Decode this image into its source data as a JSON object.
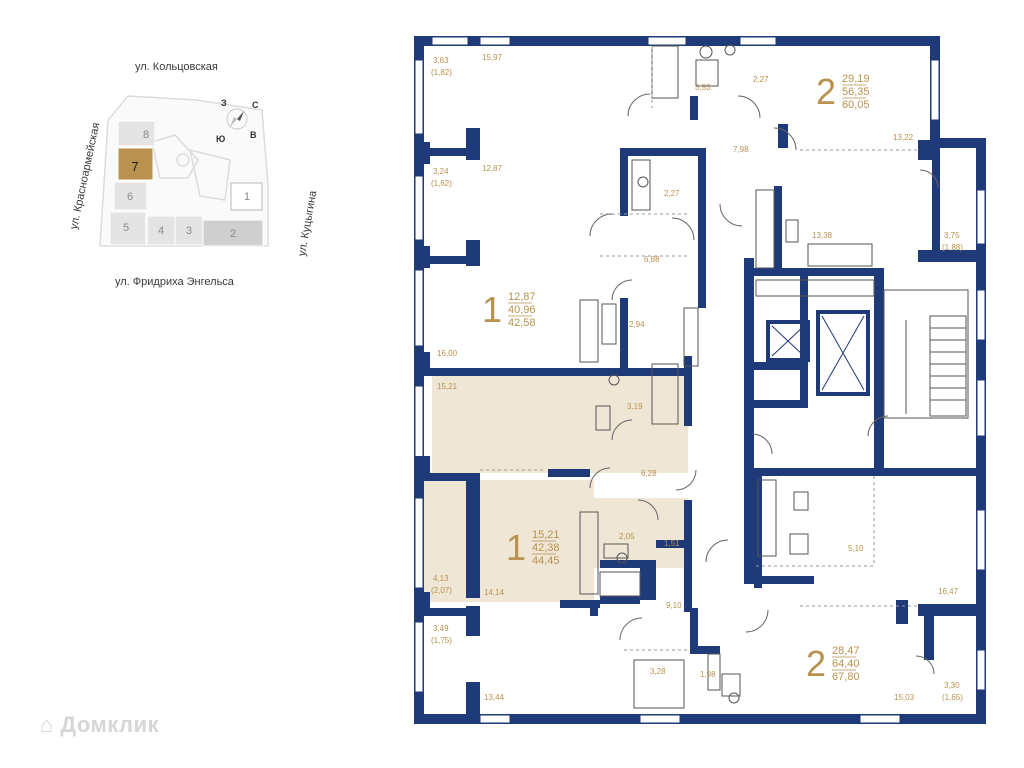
{
  "streets": {
    "north": "ул. Кольцовская",
    "south": "ул. Фридриха Энгельса",
    "west": "ул. Красноармейская",
    "east": "ул. Куцыгина"
  },
  "compass": {
    "n": "С",
    "e": "В",
    "s": "Ю",
    "w": "З"
  },
  "site_plan": {
    "sections": [
      "1",
      "2",
      "3",
      "4",
      "5",
      "6",
      "7",
      "8"
    ],
    "current_section": "7"
  },
  "apartments": [
    {
      "rooms": "2",
      "living": "29,19",
      "total": "56,35",
      "total_with_balcony": "60,05"
    },
    {
      "rooms": "1",
      "living": "12,87",
      "total": "40,96",
      "total_with_balcony": "42,58"
    },
    {
      "rooms": "1",
      "living": "15,21",
      "total": "42,38",
      "total_with_balcony": "44,45"
    },
    {
      "rooms": "2",
      "living": "28,47",
      "total": "64,40",
      "total_with_balcony": "67,80"
    }
  ],
  "room_areas": [
    {
      "id": "b1",
      "text": "3,63"
    },
    {
      "id": "b1r",
      "text": "(1,82)"
    },
    {
      "id": "r1",
      "text": "15,97"
    },
    {
      "id": "r2",
      "text": "3,53"
    },
    {
      "id": "r3",
      "text": "2,27"
    },
    {
      "id": "r4",
      "text": "13,22"
    },
    {
      "id": "r5",
      "text": "7,98"
    },
    {
      "id": "b2",
      "text": "3,24"
    },
    {
      "id": "b2r",
      "text": "(1,62)"
    },
    {
      "id": "r6",
      "text": "12,87"
    },
    {
      "id": "r7",
      "text": "2,27"
    },
    {
      "id": "r8",
      "text": "13,38"
    },
    {
      "id": "b3",
      "text": "3,75"
    },
    {
      "id": "b3r",
      "text": "(1,88)"
    },
    {
      "id": "r9",
      "text": "6,88"
    },
    {
      "id": "r10",
      "text": "2,94"
    },
    {
      "id": "r11",
      "text": "16,00"
    },
    {
      "id": "r12",
      "text": "15,21"
    },
    {
      "id": "r13",
      "text": "3,19"
    },
    {
      "id": "r14",
      "text": "6,28"
    },
    {
      "id": "b4",
      "text": "4,13"
    },
    {
      "id": "b4r",
      "text": "(2,07)"
    },
    {
      "id": "r15",
      "text": "2,05"
    },
    {
      "id": "r16",
      "text": "1,51"
    },
    {
      "id": "r17",
      "text": "14,14"
    },
    {
      "id": "r18",
      "text": "5,10"
    },
    {
      "id": "r19",
      "text": "16,47"
    },
    {
      "id": "r20",
      "text": "9,10"
    },
    {
      "id": "b5",
      "text": "3,49"
    },
    {
      "id": "b5r",
      "text": "(1,75)"
    },
    {
      "id": "r21",
      "text": "3,28"
    },
    {
      "id": "r22",
      "text": "1,98"
    },
    {
      "id": "b6",
      "text": "3,30"
    },
    {
      "id": "b6r",
      "text": "(1,65)"
    },
    {
      "id": "r23",
      "text": "15,03"
    },
    {
      "id": "r24",
      "text": "13,44"
    }
  ],
  "colors": {
    "wall": "#1e3a78",
    "accent": "#b8924e",
    "highlight": "#efe6d6",
    "site_gray": "#e4e4e4",
    "site_dark": "#cfcfcf"
  },
  "watermark": "Домклик"
}
